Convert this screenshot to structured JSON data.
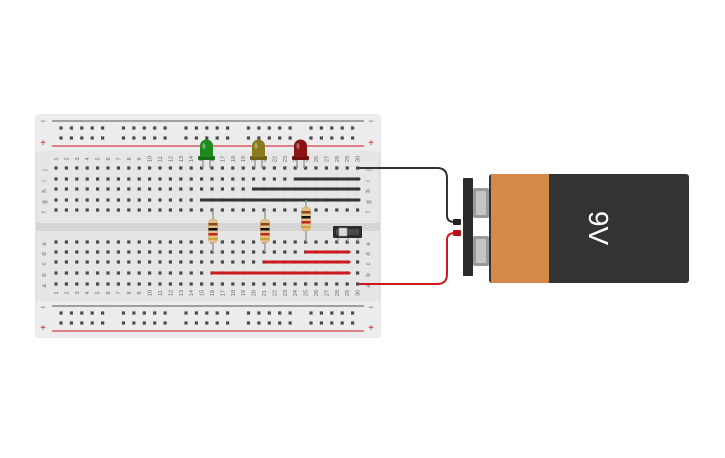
{
  "breadboard": {
    "columns": 30,
    "column_numbers": [
      "1",
      "2",
      "3",
      "4",
      "5",
      "6",
      "7",
      "8",
      "9",
      "10",
      "11",
      "12",
      "13",
      "14",
      "15",
      "16",
      "17",
      "18",
      "19",
      "20",
      "21",
      "22",
      "23",
      "24",
      "25",
      "26",
      "27",
      "28",
      "29",
      "30"
    ],
    "top_rows": [
      "j",
      "i",
      "h",
      "g",
      "f"
    ],
    "bottom_rows": [
      "e",
      "d",
      "c",
      "b",
      "a"
    ],
    "rail_minus": "−",
    "rail_plus": "+"
  },
  "leds": [
    {
      "name": "green-led",
      "color": "#1e8a1e",
      "column": 16
    },
    {
      "name": "yellow-led",
      "color": "#8a7a1e",
      "column": 21
    },
    {
      "name": "red-led",
      "color": "#8a1414",
      "column": 25
    }
  ],
  "resistors": [
    {
      "name": "resistor-1",
      "column": 16
    },
    {
      "name": "resistor-2",
      "column": 21
    },
    {
      "name": "resistor-3",
      "column": 25
    }
  ],
  "battery": {
    "label": "9V",
    "body_color": "#333333",
    "band_color": "#d4894a"
  },
  "colors": {
    "wire_black": "#333333",
    "wire_red": "#d0191f",
    "rail_red": "#d0191f",
    "board": "#e9e9e9"
  }
}
